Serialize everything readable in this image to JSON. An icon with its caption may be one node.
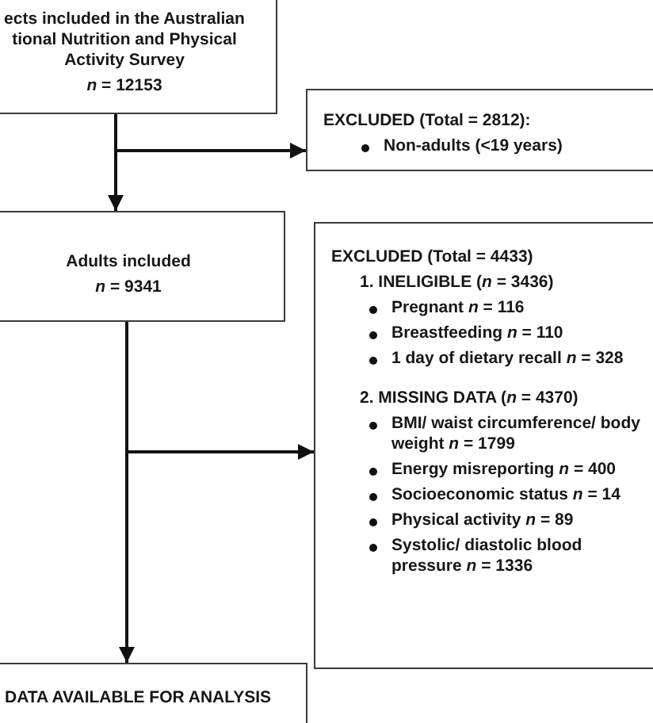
{
  "diagram": {
    "nodes": [
      {
        "text": [
          "ects included in the Australian tional Nutrition and Physical Activity Survey",
          "*n* = 12153"
        ]
      },
      {
        "text": [
          "EXCLUDED (Total = 2812):",
          "Non-adults (<19 years)"
        ]
      },
      {
        "text": [
          "Adults included",
          "*n* = 9341"
        ]
      },
      {
        "text": [
          "EXCLUDED (Total = 4433)",
          "1. INELIGIBLE (*n* = 3436)",
          "Pregnant *n* = 116",
          "Breastfeeding *n* = 110",
          "1 day of dietary recall *n* = 328",
          "2. MISSING DATA (*n* = 4370)",
          "BMI/ waist circumference/ body weight *n* = 1799",
          "Energy misreporting *n* = 400",
          "Socioeconomic status *n* = 14",
          "Physical activity *n* = 89",
          "Systolic/ diastolic blood pressure *n* = 1336"
        ]
      },
      {
        "text": [
          "DATA AVAILABLE FOR ANALYSIS"
        ]
      }
    ],
    "edges": [
      {
        "from": 0,
        "to": 2,
        "arrow": "to"
      },
      {
        "from": 0,
        "to": 1,
        "arrow": "to"
      },
      {
        "from": 2,
        "to": 3,
        "arrow": "to"
      },
      {
        "from": 2,
        "to": 4,
        "arrow": "to"
      }
    ]
  }
}
